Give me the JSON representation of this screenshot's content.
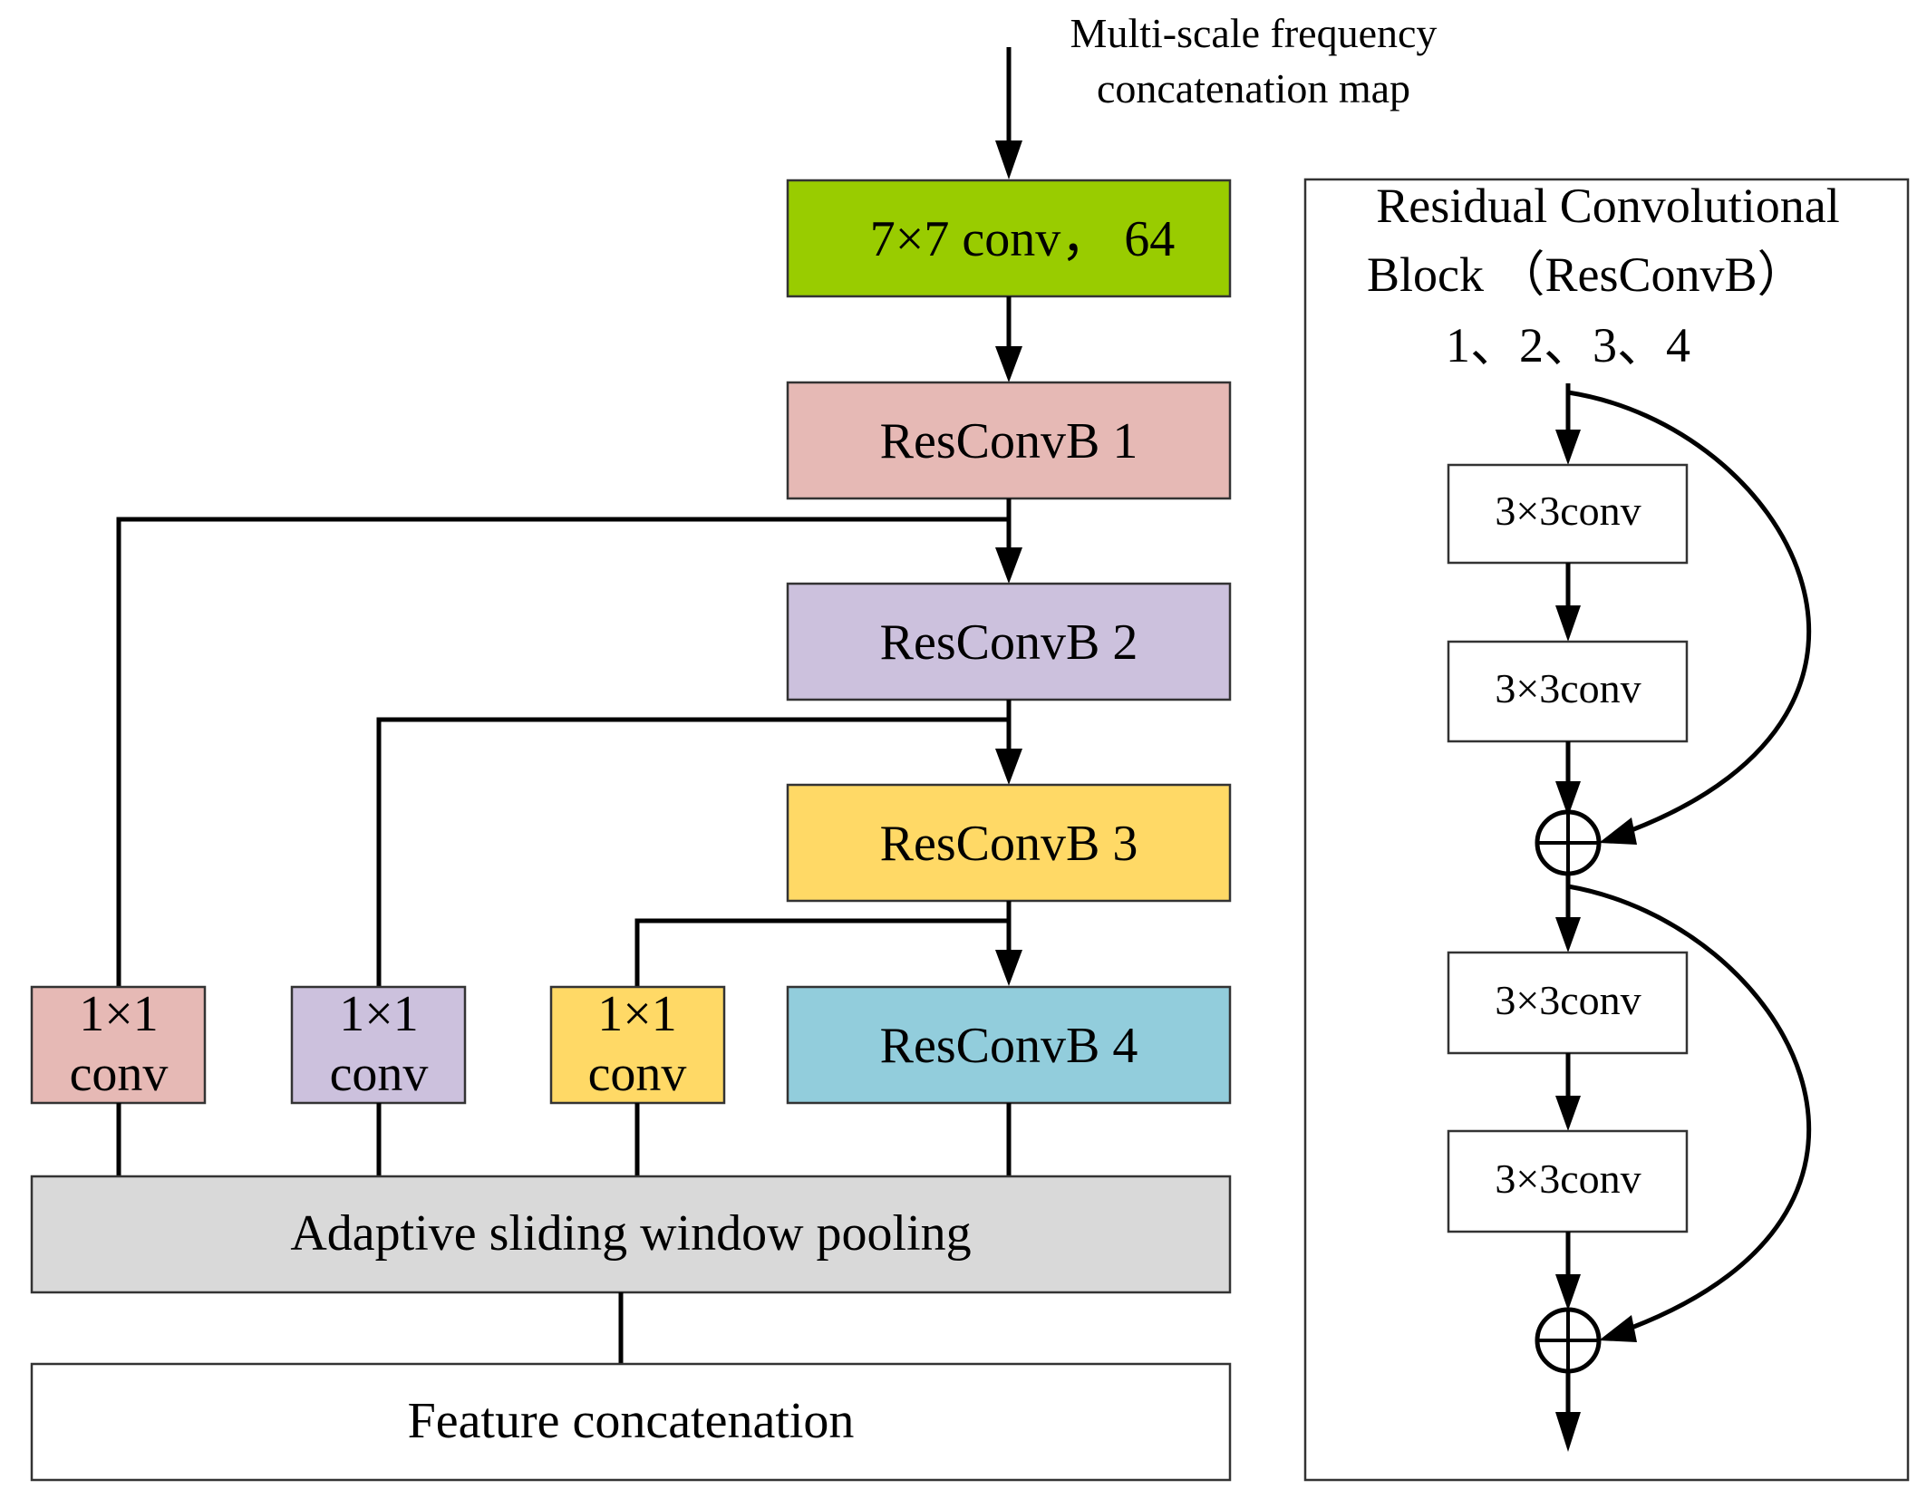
{
  "input_label": {
    "line1": "Multi-scale frequency",
    "line2": "concatenation map"
  },
  "stem_block": {
    "label": "7×7 conv， 64",
    "color": "#99cc00"
  },
  "resconv_blocks": [
    {
      "label": "ResConvB 1",
      "color": "#e6b9b5"
    },
    {
      "label": "ResConvB 2",
      "color": "#ccc1dd"
    },
    {
      "label": "ResConvB 3",
      "color": "#ffd966"
    },
    {
      "label": "ResConvB 4",
      "color": "#92cddc"
    }
  ],
  "side_convs": [
    {
      "line1": "1×1",
      "line2": "conv",
      "color": "#e6b9b5"
    },
    {
      "line1": "1×1",
      "line2": "conv",
      "color": "#ccc1dd"
    },
    {
      "line1": "1×1",
      "line2": "conv",
      "color": "#ffd966"
    }
  ],
  "pooling_block": {
    "label": "Adaptive sliding window pooling",
    "color": "#d9d9d9"
  },
  "concat_block": {
    "label": "Feature concatenation",
    "color": "#ffffff"
  },
  "residual_panel": {
    "title_line1": "Residual Convolutional",
    "title_line2": "Block （ResConvB）",
    "title_line3": "1、2、3、4",
    "convs": [
      "3×3conv",
      "3×3conv",
      "3×3conv",
      "3×3conv"
    ],
    "adders": [
      "sum-node",
      "sum-node"
    ]
  }
}
